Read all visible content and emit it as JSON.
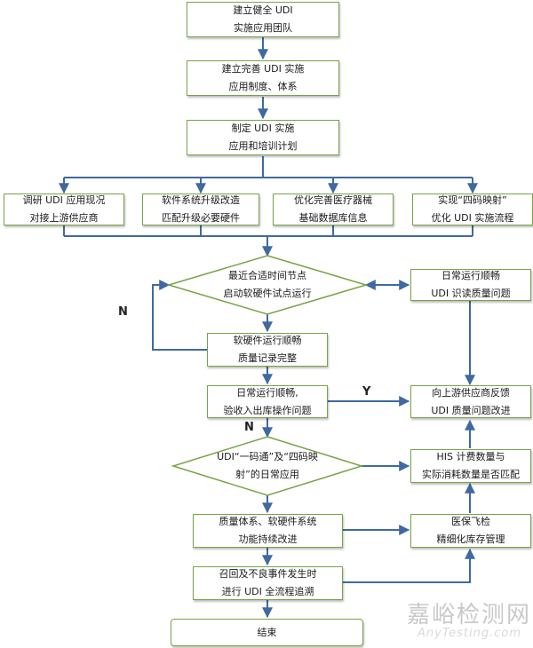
{
  "flow": {
    "build_team": [
      "建立健全 UDI",
      "实施应用团队"
    ],
    "build_system": [
      "建立完善 UDI 实施",
      "应用制度、体系"
    ],
    "make_plan": [
      "制定 UDI 实施",
      "应用和培训计划"
    ],
    "research": [
      "调研 UDI 应用现况",
      "对接上游供应商"
    ],
    "software_upgrade": [
      "软件系统升级改造",
      "匹配升级必要硬件"
    ],
    "optimize_db": [
      "优化完善医疗器械",
      "基础数据库信息"
    ],
    "four_code": [
      "实现“四码映射”",
      "优化 UDI 实施流程"
    ],
    "pilot_decision": [
      "最近合适时间节点",
      "启动软硬件试点运行"
    ],
    "daily_smooth_right": [
      "日常运行顺畅",
      "UDI 识读质量问题"
    ],
    "hw_smooth": [
      "软硬件运行顺畅",
      "质量记录完整"
    ],
    "daily_ops": [
      "日常运行顺畅,",
      "验收入出库操作问题"
    ],
    "feedback_supplier": [
      "向上游供应商反馈",
      "UDI 质量问题改进"
    ],
    "one_code_decision": [
      "UDI“一码通”及“四码映",
      "射”的日常应用"
    ],
    "his_match": [
      "HIS 计费数量与",
      "实际消耗数量是否匹配"
    ],
    "continuous_improve": [
      "质量体系、软硬件系统",
      "功能持续改进"
    ],
    "insurance_check": [
      "医保飞检",
      "精细化库存管理"
    ],
    "recall": [
      "召回及不良事件发生时",
      "进行 UDI 全流程追溯"
    ],
    "end": [
      "结束"
    ]
  },
  "labels": {
    "n1": "N",
    "y": "Y",
    "n2": "N"
  },
  "watermark": {
    "title": "嘉峪检测网",
    "url": "AnyTesting.com"
  },
  "colors": {
    "box_border": "#77a447",
    "arrow": "#3f6aa0"
  }
}
